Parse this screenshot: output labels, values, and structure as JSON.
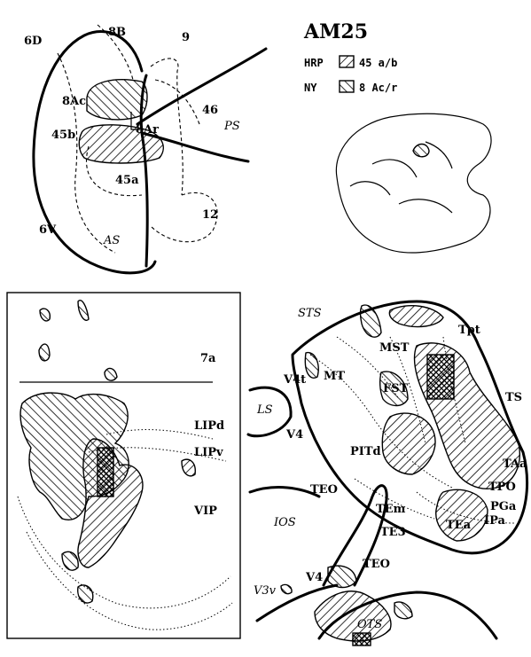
{
  "title": "AM25",
  "legend": [
    {
      "tracer": "HRP",
      "target": "45 a/b"
    },
    {
      "tracer": "NY",
      "target": "8 Ac/r"
    }
  ],
  "frontal": {
    "labels": [
      "6D",
      "8B",
      "9",
      "8Ac",
      "45b",
      "8Ar",
      "46",
      "45a",
      "12",
      "6V"
    ],
    "sulci": [
      "PS",
      "AS"
    ]
  },
  "parietal": {
    "labels": [
      "7a",
      "LIPd",
      "LIPv",
      "VIP"
    ]
  },
  "temporal": {
    "labels": [
      "MST",
      "Tpt",
      "V4t",
      "MT",
      "FST",
      "TS",
      "V4",
      "PITd",
      "TAa",
      "TPO",
      "PGa",
      "IPa",
      "TEa",
      "TEO",
      "TEm",
      "TE3",
      "TEO",
      "V4",
      "V3v"
    ],
    "sulci": [
      "STS",
      "LS",
      "IOS",
      "OTS"
    ]
  }
}
